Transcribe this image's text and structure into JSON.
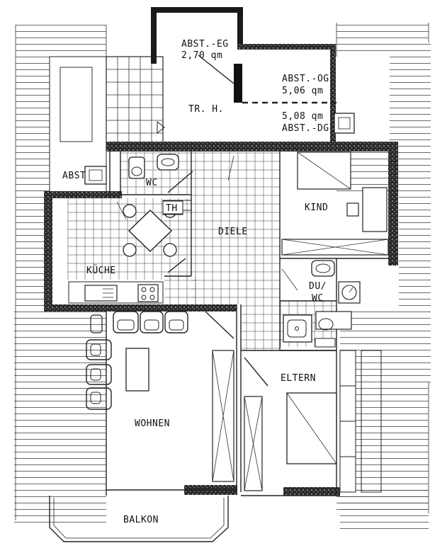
{
  "plan": {
    "rooms": [
      {
        "id": "abst-eg",
        "label": "ABST.-EG"
      },
      {
        "id": "abst-eg-area",
        "label": "2,70 qm"
      },
      {
        "id": "abst-og",
        "label": "ABST.-OG"
      },
      {
        "id": "abst-og-area",
        "label": "5,06 qm"
      },
      {
        "id": "abst-area2",
        "label": "5,08 qm"
      },
      {
        "id": "abst-dg",
        "label": "ABST.-DG"
      },
      {
        "id": "trh",
        "label": "TR. H."
      },
      {
        "id": "abst-left",
        "label": "ABST"
      },
      {
        "id": "wc",
        "label": "WC"
      },
      {
        "id": "th",
        "label": "TH"
      },
      {
        "id": "kind",
        "label": "KIND"
      },
      {
        "id": "diele",
        "label": "DIELE"
      },
      {
        "id": "kueche",
        "label": "KÜCHE"
      },
      {
        "id": "du",
        "label": "DU/"
      },
      {
        "id": "wc2",
        "label": "WC"
      },
      {
        "id": "eltern",
        "label": "ELTERN"
      },
      {
        "id": "wohnen",
        "label": "WOHNEN"
      },
      {
        "id": "balkon",
        "label": "BALKON"
      }
    ],
    "colors": {
      "ink": "#1a1a1a",
      "paper": "#ffffff",
      "wall": "#1a1a1a"
    }
  }
}
